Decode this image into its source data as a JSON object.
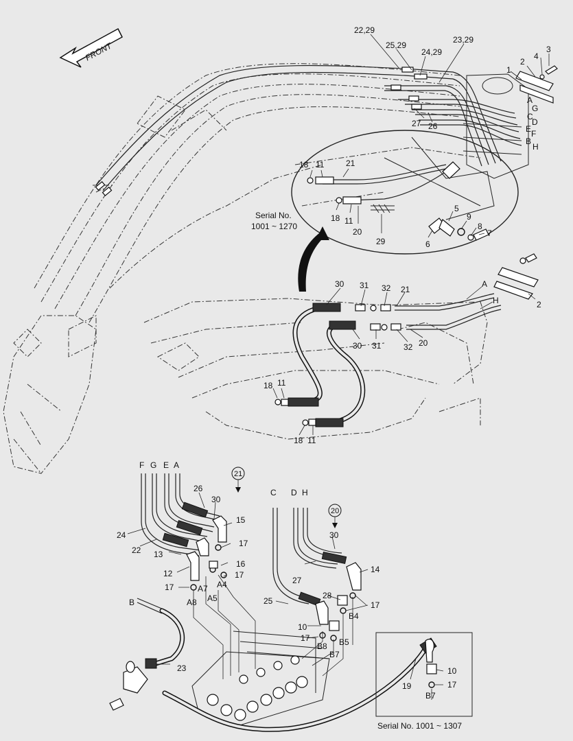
{
  "front_label": "FRONT",
  "serial_top": "Serial No.\n1001 ~ 1270",
  "serial_top_line1": "Serial No.",
  "serial_top_line2": "1001 ~ 1270",
  "serial_bottom": "Serial No. 1001 ~ 1307",
  "circled_labels": [
    "21",
    "20"
  ],
  "labels": [
    {
      "id": "l2229",
      "text": "22,29"
    },
    {
      "id": "l2529",
      "text": "25,29"
    },
    {
      "id": "l2429",
      "text": "24,29"
    },
    {
      "id": "l2329",
      "text": "23,29"
    },
    {
      "id": "l1a",
      "text": "1"
    },
    {
      "id": "l2a",
      "text": "2"
    },
    {
      "id": "l4a",
      "text": "4"
    },
    {
      "id": "l3a",
      "text": "3"
    },
    {
      "id": "lA1",
      "text": "A"
    },
    {
      "id": "lG1",
      "text": "G"
    },
    {
      "id": "lC1",
      "text": "C"
    },
    {
      "id": "lD1",
      "text": "D"
    },
    {
      "id": "lE1",
      "text": "E"
    },
    {
      "id": "lF1",
      "text": "F"
    },
    {
      "id": "lB1",
      "text": "B"
    },
    {
      "id": "lH1",
      "text": "H"
    },
    {
      "id": "l27a",
      "text": "27"
    },
    {
      "id": "l26a",
      "text": "26"
    },
    {
      "id": "l18a",
      "text": "18"
    },
    {
      "id": "l11a",
      "text": "11"
    },
    {
      "id": "l21a",
      "text": "21"
    },
    {
      "id": "l18b",
      "text": "18"
    },
    {
      "id": "l11b",
      "text": "11"
    },
    {
      "id": "l20a",
      "text": "20"
    },
    {
      "id": "l29a",
      "text": "29"
    },
    {
      "id": "l5a",
      "text": "5"
    },
    {
      "id": "l9a",
      "text": "9"
    },
    {
      "id": "l8a",
      "text": "8"
    },
    {
      "id": "l7a",
      "text": "7"
    },
    {
      "id": "l6a",
      "text": "6"
    },
    {
      "id": "l30a",
      "text": "30"
    },
    {
      "id": "l31a",
      "text": "31"
    },
    {
      "id": "l32a",
      "text": "32"
    },
    {
      "id": "l21b",
      "text": "21"
    },
    {
      "id": "lA2",
      "text": "A"
    },
    {
      "id": "lH2",
      "text": "H"
    },
    {
      "id": "l2b",
      "text": "2"
    },
    {
      "id": "l30b",
      "text": "30"
    },
    {
      "id": "l31b",
      "text": "31"
    },
    {
      "id": "l32b",
      "text": "32"
    },
    {
      "id": "l20b",
      "text": "20"
    },
    {
      "id": "l18c",
      "text": "18"
    },
    {
      "id": "l11c",
      "text": "11"
    },
    {
      "id": "l18d",
      "text": "18"
    },
    {
      "id": "l11d",
      "text": "11"
    },
    {
      "id": "lF2",
      "text": "F"
    },
    {
      "id": "lG2",
      "text": "G"
    },
    {
      "id": "lE2",
      "text": "E"
    },
    {
      "id": "lA3",
      "text": "A"
    },
    {
      "id": "l26b",
      "text": "26"
    },
    {
      "id": "l30c",
      "text": "30"
    },
    {
      "id": "l15",
      "text": "15"
    },
    {
      "id": "l24",
      "text": "24"
    },
    {
      "id": "l22",
      "text": "22"
    },
    {
      "id": "l17a",
      "text": "17"
    },
    {
      "id": "l13",
      "text": "13"
    },
    {
      "id": "l16",
      "text": "16"
    },
    {
      "id": "l12",
      "text": "12"
    },
    {
      "id": "l17b",
      "text": "17"
    },
    {
      "id": "l17c",
      "text": "17"
    },
    {
      "id": "lA7",
      "text": "A7"
    },
    {
      "id": "lA4",
      "text": "A4"
    },
    {
      "id": "lA8",
      "text": "A8"
    },
    {
      "id": "lA5",
      "text": "A5"
    },
    {
      "id": "lC2",
      "text": "C"
    },
    {
      "id": "lD2",
      "text": "D"
    },
    {
      "id": "lH3",
      "text": "H"
    },
    {
      "id": "l30d",
      "text": "30"
    },
    {
      "id": "l27b",
      "text": "27"
    },
    {
      "id": "l14",
      "text": "14"
    },
    {
      "id": "l28",
      "text": "28"
    },
    {
      "id": "l25",
      "text": "25"
    },
    {
      "id": "l17d",
      "text": "17"
    },
    {
      "id": "lB4",
      "text": "B4"
    },
    {
      "id": "l10a",
      "text": "10"
    },
    {
      "id": "l17e",
      "text": "17"
    },
    {
      "id": "lB8",
      "text": "B8"
    },
    {
      "id": "lB5",
      "text": "B5"
    },
    {
      "id": "lB7a",
      "text": "B7"
    },
    {
      "id": "lB2",
      "text": "B"
    },
    {
      "id": "l23",
      "text": "23"
    },
    {
      "id": "l19",
      "text": "19"
    },
    {
      "id": "l10b",
      "text": "10"
    },
    {
      "id": "l17f",
      "text": "17"
    },
    {
      "id": "lB7b",
      "text": "B7"
    }
  ]
}
